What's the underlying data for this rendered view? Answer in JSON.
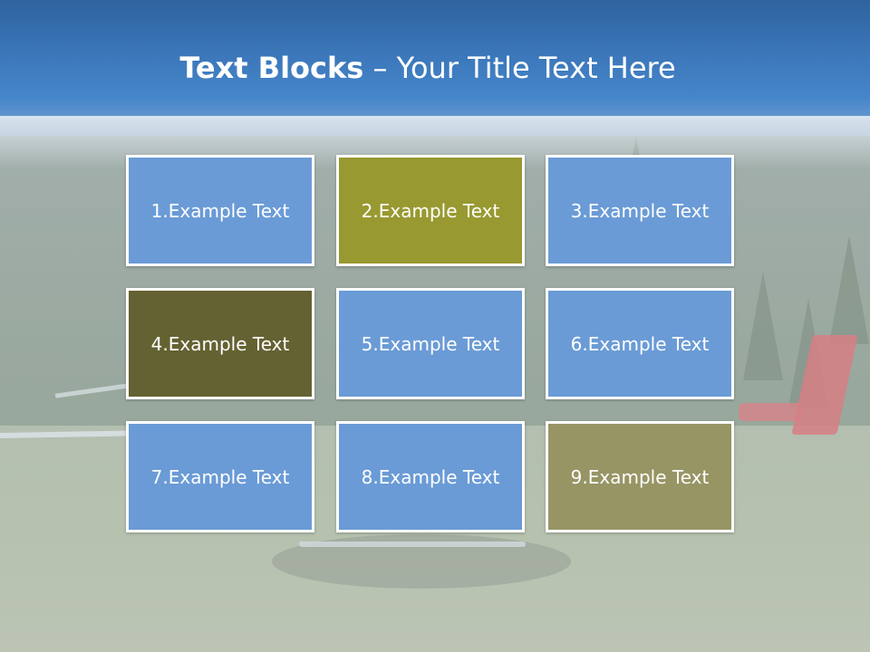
{
  "title": {
    "bold": "Text Blocks",
    "separator": " – ",
    "rest": "Your Title Text Here"
  },
  "colors": {
    "blue": "#6a9bd6",
    "olive_bright": "#989930",
    "olive_dark": "#646232",
    "olive_muted": "#979564",
    "border": "#ffffff",
    "text": "#ffffff"
  },
  "blocks": [
    {
      "label": "1.Example Text",
      "color": "#6a9bd6"
    },
    {
      "label": "2.Example Text",
      "color": "#989930"
    },
    {
      "label": "3.Example Text",
      "color": "#6a9bd6"
    },
    {
      "label": "4.Example Text",
      "color": "#646232"
    },
    {
      "label": "5.Example Text",
      "color": "#6a9bd6"
    },
    {
      "label": "6.Example Text",
      "color": "#6a9bd6"
    },
    {
      "label": "7.Example Text",
      "color": "#6a9bd6"
    },
    {
      "label": "8.Example Text",
      "color": "#6a9bd6"
    },
    {
      "label": "9.Example Text",
      "color": "#979564"
    }
  ]
}
